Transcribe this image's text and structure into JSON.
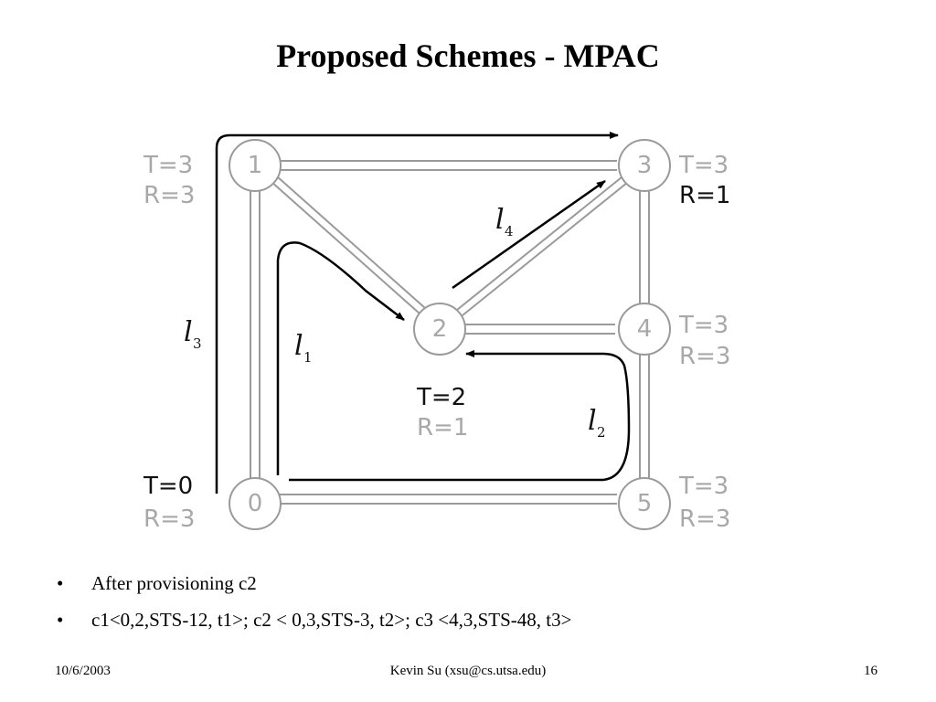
{
  "title": "Proposed Schemes - MPAC",
  "diagram": {
    "nodes": [
      {
        "id": "0",
        "label": "0"
      },
      {
        "id": "1",
        "label": "1"
      },
      {
        "id": "2",
        "label": "2"
      },
      {
        "id": "3",
        "label": "3"
      },
      {
        "id": "4",
        "label": "4"
      },
      {
        "id": "5",
        "label": "5"
      }
    ],
    "links": [
      [
        "0",
        "1"
      ],
      [
        "0",
        "5"
      ],
      [
        "1",
        "3"
      ],
      [
        "1",
        "2"
      ],
      [
        "2",
        "3"
      ],
      [
        "2",
        "4"
      ],
      [
        "3",
        "4"
      ],
      [
        "4",
        "5"
      ]
    ],
    "node_values": [
      {
        "node": "1",
        "t": "T=3",
        "r": "R=3"
      },
      {
        "node": "3",
        "t": "T=3",
        "r": "R=1"
      },
      {
        "node": "4",
        "t": "T=3",
        "r": "R=3"
      },
      {
        "node": "2",
        "t": "T=2",
        "r": "R=1"
      },
      {
        "node": "0",
        "t": "T=0",
        "r": "R=3"
      },
      {
        "node": "5",
        "t": "T=3",
        "r": "R=3"
      }
    ],
    "lightpaths": [
      {
        "id": "l1",
        "letter": "l",
        "sub": "1",
        "route": [
          "0",
          "1",
          "2"
        ]
      },
      {
        "id": "l2",
        "letter": "l",
        "sub": "2",
        "route": [
          "0",
          "5",
          "4",
          "2"
        ]
      },
      {
        "id": "l3",
        "letter": "l",
        "sub": "3",
        "route": [
          "0",
          "1",
          "3"
        ]
      },
      {
        "id": "l4",
        "letter": "l",
        "sub": "4",
        "route": [
          "2",
          "3"
        ]
      }
    ]
  },
  "bullets": [
    {
      "marker": "•",
      "text": "After provisioning c2"
    },
    {
      "marker": "•",
      "text": "c1<0,2,STS-12, t1>; c2 < 0,3,STS-3, t2>; c3 <4,3,STS-48, t3>"
    }
  ],
  "footer": {
    "date": "10/6/2003",
    "author": "Kevin Su (xsu@cs.utsa.edu)",
    "page": "16"
  }
}
